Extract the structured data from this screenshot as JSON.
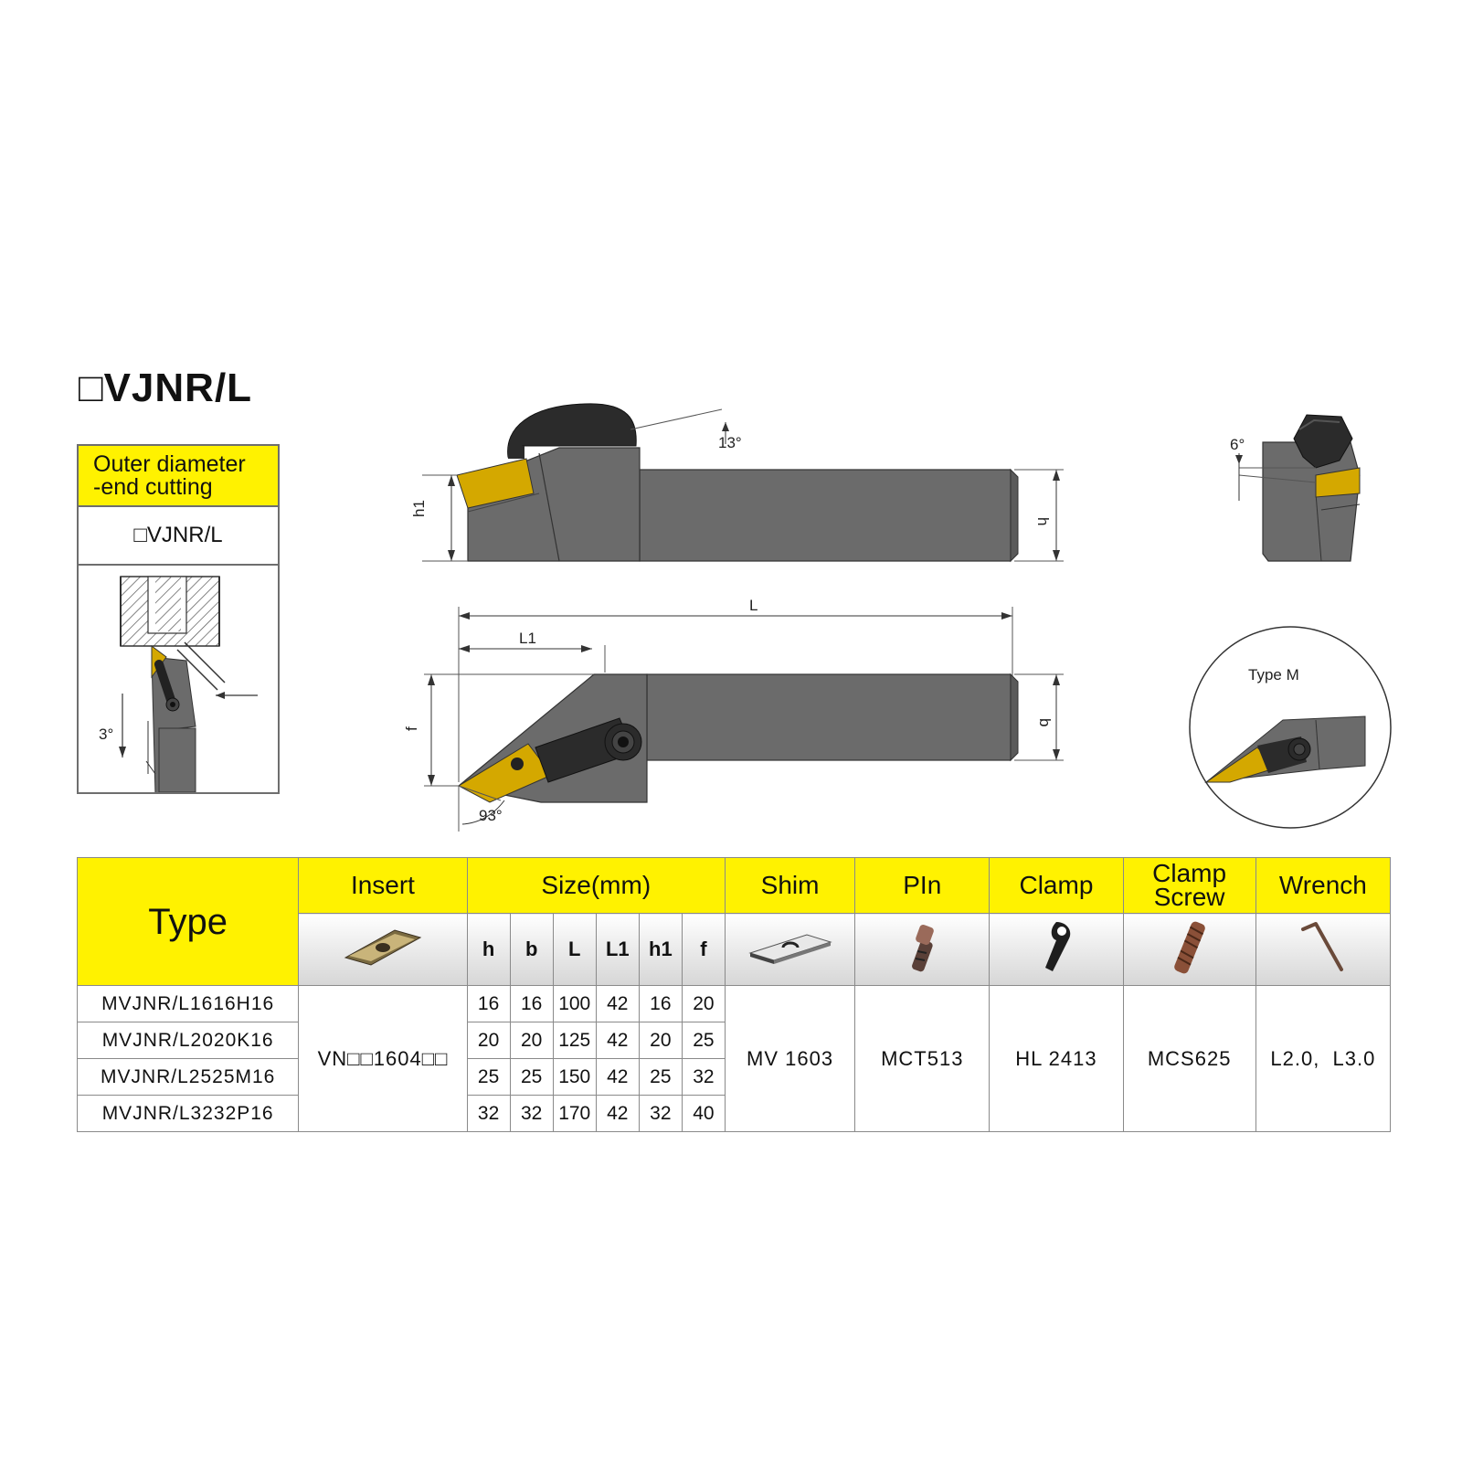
{
  "title": "□VJNR/L",
  "application": {
    "heading_line1": "Outer diameter",
    "heading_line2": "-end cutting",
    "code": "□VJNR/L",
    "angle": "3°"
  },
  "drawing": {
    "angle_top": "13°",
    "angle_end": "6°",
    "angle_lead": "93°",
    "dim_h": "h",
    "dim_h1": "h1",
    "dim_L": "L",
    "dim_L1": "L1",
    "dim_f": "f",
    "dim_b": "b",
    "type_m_label": "Type M"
  },
  "colors": {
    "accent_yellow": "#fff200",
    "tool_gray": "#6b6b6b",
    "insert_gold": "#d4a800",
    "border_gray": "#8a8a8a"
  },
  "table": {
    "headers": {
      "type": "Type",
      "insert": "Insert",
      "size": "Size(mm)",
      "shim": "Shim",
      "pin": "PIn",
      "clamp": "Clamp",
      "clamp_screw_1": "Clamp",
      "clamp_screw_2": "Screw",
      "wrench": "Wrench"
    },
    "size_columns": [
      "h",
      "b",
      "L",
      "L1",
      "h1",
      "f"
    ],
    "icons": {
      "insert": "rhombic-insert-icon",
      "shim": "shim-icon",
      "pin": "pin-icon",
      "clamp": "clamp-icon",
      "clamp_screw": "clamp-screw-icon",
      "wrench": "hex-wrench-icon"
    },
    "rows": [
      {
        "model": "MVJNR/L1616H16",
        "h": "16",
        "b": "16",
        "L": "100",
        "L1": "42",
        "h1": "16",
        "f": "20"
      },
      {
        "model": "MVJNR/L2020K16",
        "h": "20",
        "b": "20",
        "L": "125",
        "L1": "42",
        "h1": "20",
        "f": "25"
      },
      {
        "model": "MVJNR/L2525M16",
        "h": "25",
        "b": "25",
        "L": "150",
        "L1": "42",
        "h1": "25",
        "f": "32"
      },
      {
        "model": "MVJNR/L3232P16",
        "h": "32",
        "b": "32",
        "L": "170",
        "L1": "42",
        "h1": "32",
        "f": "40"
      }
    ],
    "insert_value": "VN□□1604□□",
    "shim_value": "MV 1603",
    "pin_value": "MCT513",
    "clamp_value": "HL 2413",
    "clamp_screw_value": "MCS625",
    "wrench_value": "L2.0,  L3.0"
  }
}
